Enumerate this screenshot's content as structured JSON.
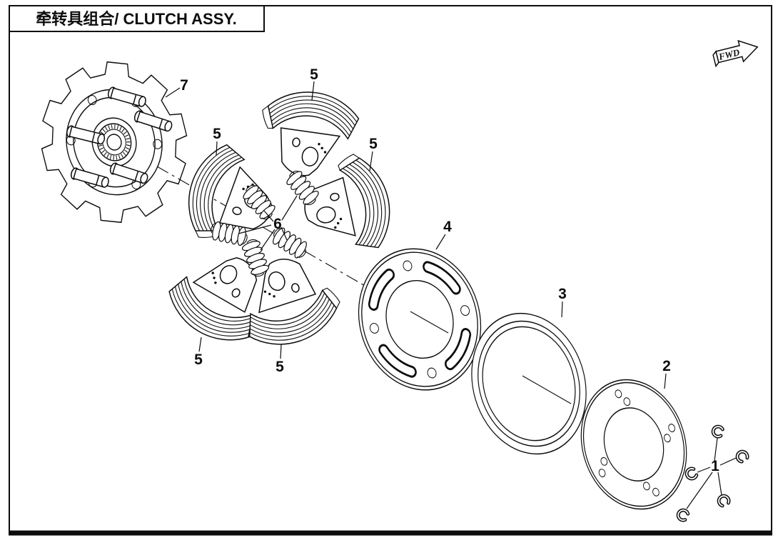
{
  "header": {
    "title": "牵转具组合/ CLUTCH ASSY."
  },
  "orientation": {
    "fwd_label": "FWD"
  },
  "callouts": [
    {
      "label": "7"
    },
    {
      "label": "5"
    },
    {
      "label": "5"
    },
    {
      "label": "5"
    },
    {
      "label": "6"
    },
    {
      "label": "4"
    },
    {
      "label": "5"
    },
    {
      "label": "5"
    },
    {
      "label": "3"
    },
    {
      "label": "2"
    },
    {
      "label": "1"
    }
  ],
  "colors": {
    "line": "#0d0d0d",
    "background": "#ffffff"
  }
}
